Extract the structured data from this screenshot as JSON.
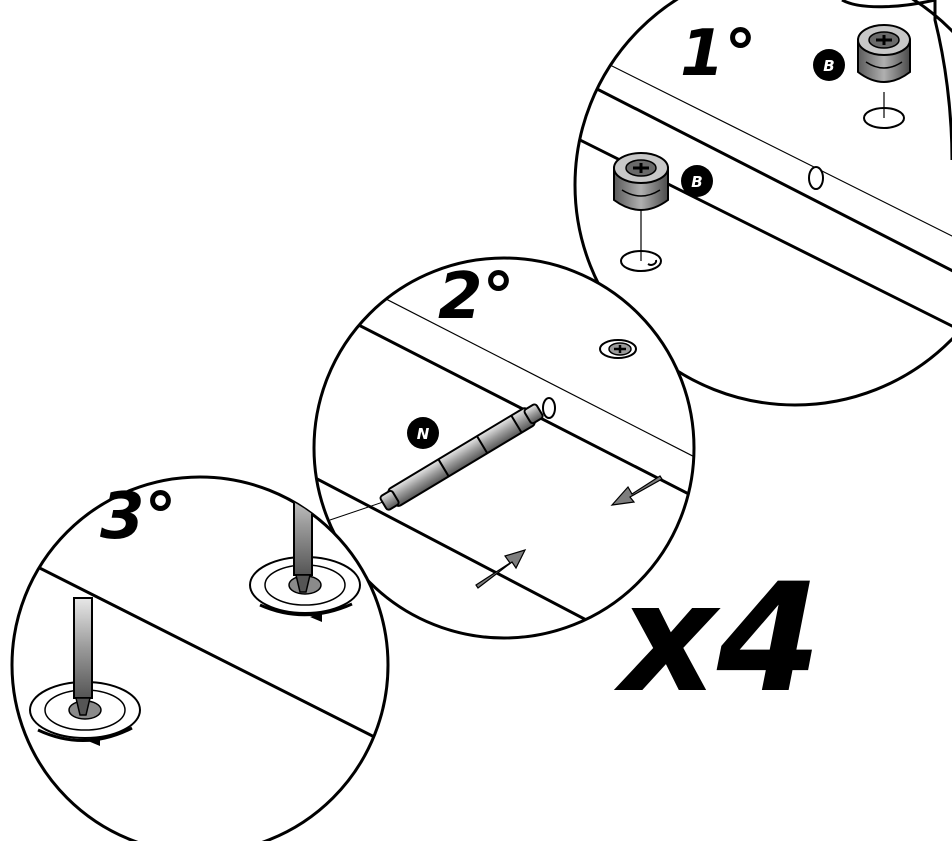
{
  "steps": [
    {
      "number": "1°"
    },
    {
      "number": "2°"
    },
    {
      "number": "3°"
    }
  ],
  "parts": {
    "cam_lock": "B",
    "dowel": "N"
  },
  "multiplier": "x4",
  "colors": {
    "arrow_gray": "#7d7d7d",
    "metal_gray": "#8a8a8a",
    "metal_dark": "#4a4a4a"
  }
}
